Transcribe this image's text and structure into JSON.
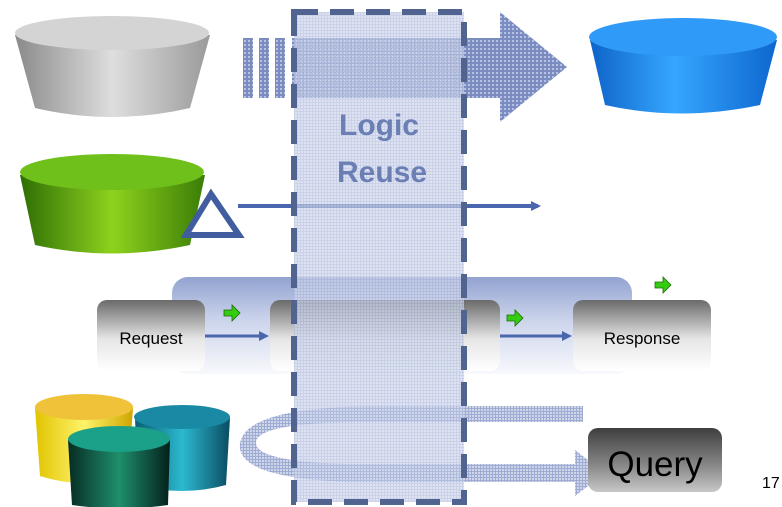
{
  "diagram": {
    "band_label_line1": "Logic",
    "band_label_line2": "Reuse",
    "request_label": "Request",
    "response_label": "Response",
    "query_label": "Query",
    "page_number": "17"
  },
  "colors": {
    "gray_cylinder": "#b5b5b5",
    "blue_cylinder": "#1c8ef2",
    "green_cylinder": "#4f9b0a",
    "arrow_blue": "#4a66ae",
    "band_fill": "#c3cde8",
    "dashed_frame": "#51648f",
    "green_arrow": "#33cc11",
    "query_box": "#595959"
  }
}
